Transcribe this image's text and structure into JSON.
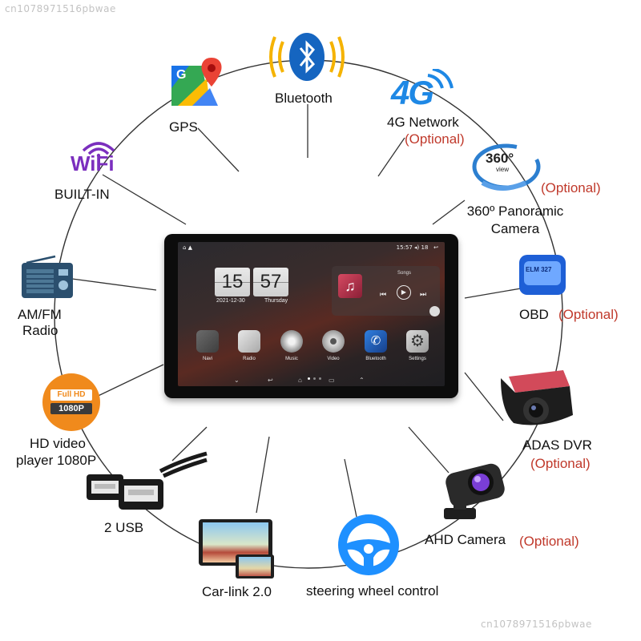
{
  "watermark": "cn1078971516pbwae",
  "features": {
    "bluetooth": "Bluetooth",
    "gps": "GPS",
    "network": "4G Network",
    "network_tag": "4G",
    "wifi": "BUILT-IN",
    "wifi_logo": "WiFi",
    "panoramic_line1": "360º Panoramic",
    "panoramic_line2": "Camera",
    "panoramic_badge": "360°",
    "panoramic_badge_sub": "view",
    "obd": "OBD",
    "obd_badge": "ELM 327",
    "radio_line1": "AM/FM",
    "radio_line2": "Radio",
    "hd_line1": "HD video",
    "hd_line2": "player 1080P",
    "hd_badge1": "Full HD",
    "hd_badge2": "1080P",
    "adas": "ADAS DVR",
    "usb": "2 USB",
    "ahd": "AHD Camera",
    "carlink": "Car-link 2.0",
    "steering": "steering wheel control",
    "optional": "(Optional)"
  },
  "screen": {
    "time_status": "15:57",
    "battery_status": "18",
    "hour": "15",
    "minute": "57",
    "date": "2021-12-30",
    "weekday": "Thursday",
    "music_title": "Songs",
    "apps": [
      "Navi",
      "Radio",
      "Music",
      "Video",
      "Bluetooth",
      "Settings"
    ]
  },
  "colors": {
    "optional_red": "#c0392b",
    "bluetooth_blue": "#1565c0",
    "wifi_purple": "#7b2fbe",
    "network_blue": "#1e88e5",
    "hd_orange": "#f08a1c",
    "obd_blue": "#1e5fd6",
    "steering_blue": "#1e90ff"
  }
}
